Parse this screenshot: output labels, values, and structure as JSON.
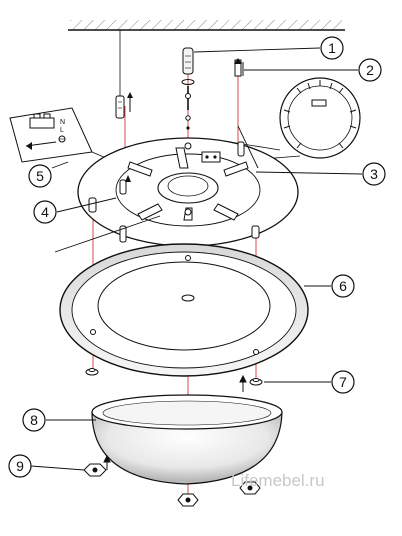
{
  "callouts": {
    "c1": "1",
    "c2": "2",
    "c3": "3",
    "c4": "4",
    "c5": "5",
    "c6": "6",
    "c7": "7",
    "c8": "8",
    "c9": "9"
  },
  "inset": {
    "letter_n": "N",
    "letter_l": "L"
  },
  "watermark": "Lifemebel.ru"
}
